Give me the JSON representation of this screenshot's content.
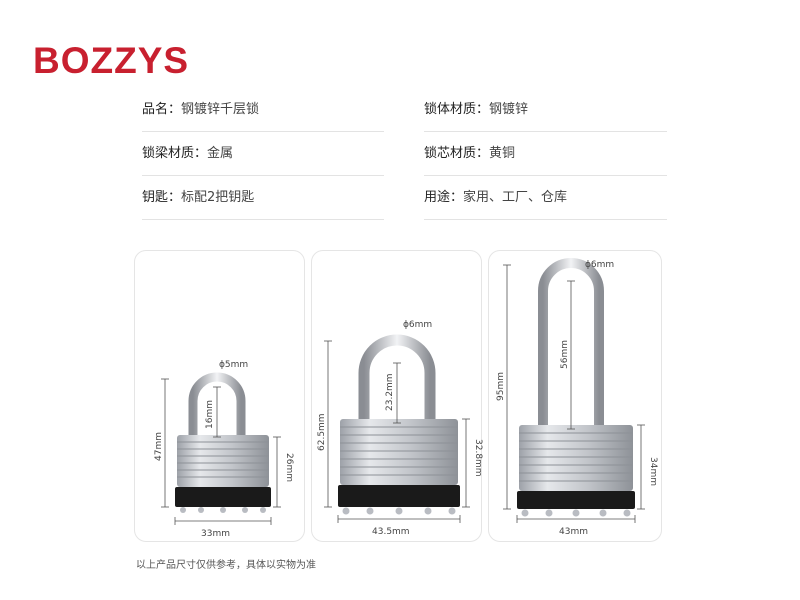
{
  "brand": {
    "name": "BOZZYS",
    "color": "#c8202f"
  },
  "specs": [
    {
      "left": {
        "label": "品名：",
        "value": "钢镀锌千层锁"
      },
      "right": {
        "label": "锁体材质：",
        "value": "钢镀锌"
      }
    },
    {
      "left": {
        "label": "锁梁材质：",
        "value": "金属"
      },
      "right": {
        "label": "锁芯材质：",
        "value": "黄铜"
      }
    },
    {
      "left": {
        "label": "钥匙：",
        "value": "标配2把钥匙"
      },
      "right": {
        "label": "用途：",
        "value": "家用、工厂、仓库"
      }
    }
  ],
  "products": [
    {
      "shackle_diameter": "ϕ5mm",
      "shackle_clearance": "16mm",
      "total_height": "47mm",
      "body_height": "26mm",
      "body_width": "33mm"
    },
    {
      "shackle_diameter": "ϕ6mm",
      "shackle_clearance": "23.2mm",
      "total_height": "62.5mm",
      "body_height": "32.8mm",
      "body_width": "43.5mm"
    },
    {
      "shackle_diameter": "ϕ6mm",
      "shackle_clearance": "56mm",
      "total_height": "95mm",
      "body_height": "34mm",
      "body_width": "43mm"
    }
  ],
  "footnote": "以上产品尺寸仅供参考，具体以实物为准",
  "colors": {
    "divider": "#e3e3e3",
    "lock_body": "#c9ccd1",
    "lock_base": "#1a1a1a",
    "shackle": "#b9bcc2"
  }
}
